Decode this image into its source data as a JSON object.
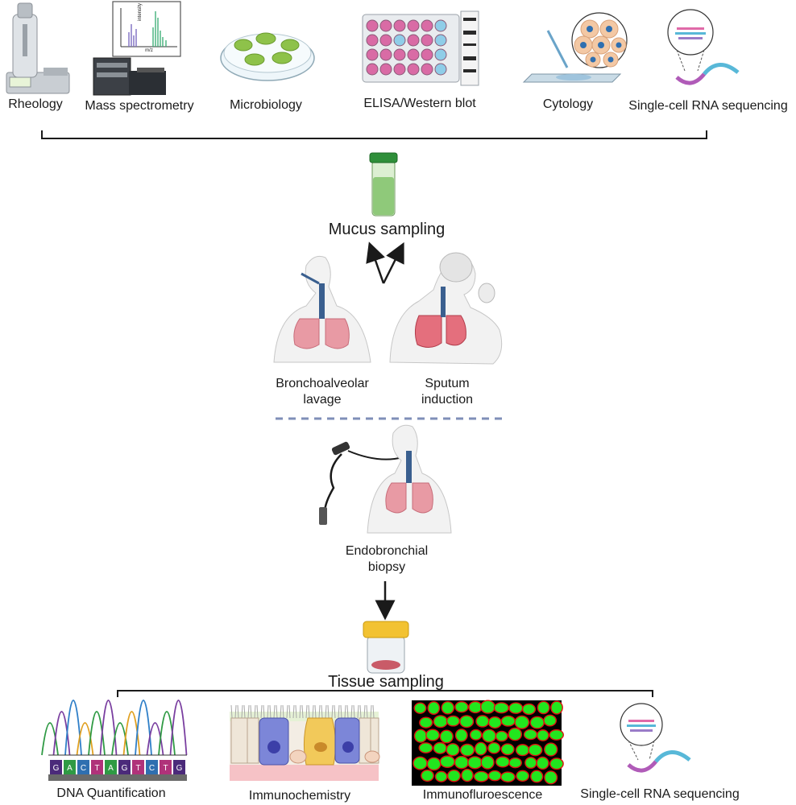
{
  "mucus_methods": {
    "rheology": "Rheology",
    "mass_spec": "Mass spectrometry",
    "mass_spec_axis_y": "intensity",
    "mass_spec_axis_x": "m/z",
    "microbiology": "Microbiology",
    "elisa": "ELISA/Western blot",
    "cytology": "Cytology",
    "scrna": "Single-cell RNA sequencing"
  },
  "mucus_sampling": {
    "title": "Mucus sampling",
    "bal_line1": "Bronchoalveolar",
    "bal_line2": "lavage",
    "sputum_line1": "Sputum",
    "sputum_line2": "induction"
  },
  "biopsy": {
    "line1": "Endobronchial",
    "line2": "biopsy"
  },
  "tissue_sampling": {
    "title": "Tissue sampling"
  },
  "tissue_methods": {
    "dna": "DNA Quantification",
    "dna_bases": [
      "G",
      "A",
      "C",
      "T",
      "A",
      "G",
      "T",
      "C",
      "T",
      "G"
    ],
    "immunochem": "Immunochemistry",
    "immunofluor": "Immunofluroescence",
    "scrna": "Single-cell RNA sequencing"
  },
  "colors": {
    "tube_green": "#8fc97a",
    "cap_green": "#2f8f3a",
    "lung_pink": "#e89aa4",
    "dish_green": "#8ec24a",
    "elisa_pink": "#d96ba5",
    "elisa_blue": "#8fcde8",
    "fluor_green": "#22e61e",
    "fluor_red": "#e01010",
    "dashed_line": "#7f8fb8"
  }
}
